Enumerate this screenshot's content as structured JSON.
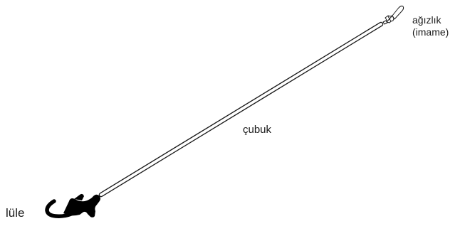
{
  "labels": {
    "mouthpiece": "ağızlık",
    "mouthpiece_alt": "(imame)",
    "stem": "çubuk",
    "bowl": "lüle"
  },
  "colors": {
    "outline": "#1a1a1a",
    "fill": "#ffffff",
    "bowl": "#000000"
  },
  "icons": {
    "bowl": "pipe-bowl-icon",
    "mouthpiece": "mouthpiece-icon",
    "stem": "pipe-stem-shape"
  }
}
